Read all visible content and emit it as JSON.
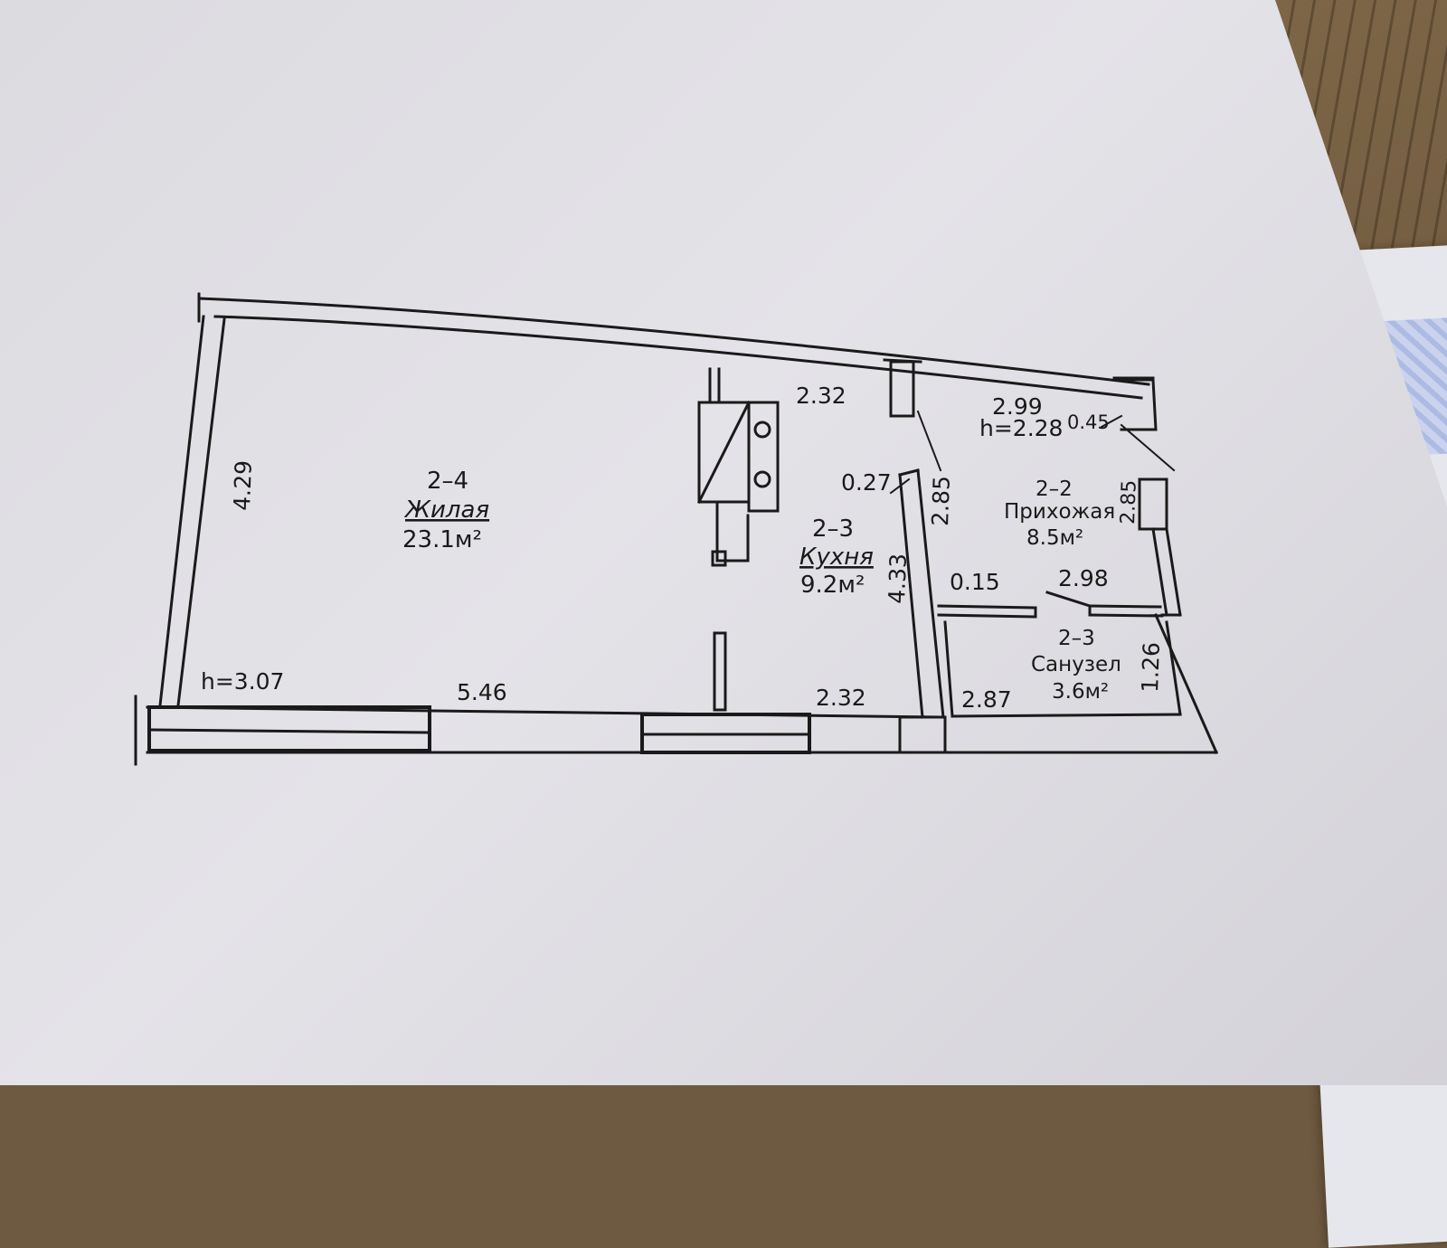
{
  "rooms": [
    {
      "id": "living",
      "code": "2–4",
      "name": "Жилая",
      "area": "23.1м²"
    },
    {
      "id": "kitchen",
      "code": "2–3",
      "name": "Кухня",
      "area": "9.2м²"
    },
    {
      "id": "hall",
      "code": "2–2",
      "name": "Прихожая",
      "area": "8.5м²"
    },
    {
      "id": "bathroom",
      "code": "2–3",
      "name": "Санузел",
      "area": "3.6м²"
    }
  ],
  "dimensions": {
    "living_height": "h=3.07",
    "living_left": "4.29",
    "living_bottom": "5.46",
    "kitchen_top": "2.32",
    "kitchen_bottom": "2.32",
    "kitchen_right": "4.33",
    "kitchen_wall": "0.27",
    "hall_top": "2.99",
    "hall_height": "h=2.28",
    "hall_window_gap": "0.45",
    "hall_left": "2.85",
    "hall_right": "2.85",
    "hall_partition": "0.15",
    "hall_bottom": "2.98",
    "bath_bottom": "2.87",
    "bath_right": "1.26"
  },
  "colors": {
    "ink": "#1a1a1a",
    "paper": "#dfdee3",
    "wood": "#6e5a40",
    "stamp": "#9fb0e0"
  }
}
